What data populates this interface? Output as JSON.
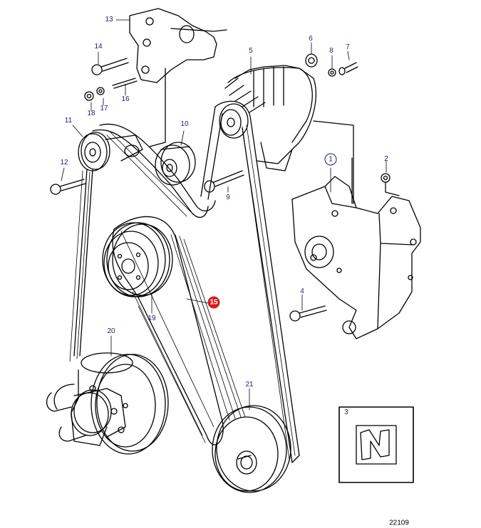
{
  "diagram": {
    "callouts": {
      "c1": "1",
      "c2": "2",
      "c3": "3",
      "c4": "4",
      "c5": "5",
      "c6": "6",
      "c7": "7",
      "c8": "8",
      "c9": "9",
      "c10": "10",
      "c11": "11",
      "c12": "12",
      "c13": "13",
      "c14": "14",
      "c15": "15",
      "c16": "16",
      "c17": "17",
      "c18": "18",
      "c19": "19",
      "c20": "20",
      "c21": "21"
    },
    "reference_number": "22109",
    "colors": {
      "line": "#000000",
      "callout_text": "#1a1f6e",
      "highlight": "#d81e1e"
    }
  }
}
